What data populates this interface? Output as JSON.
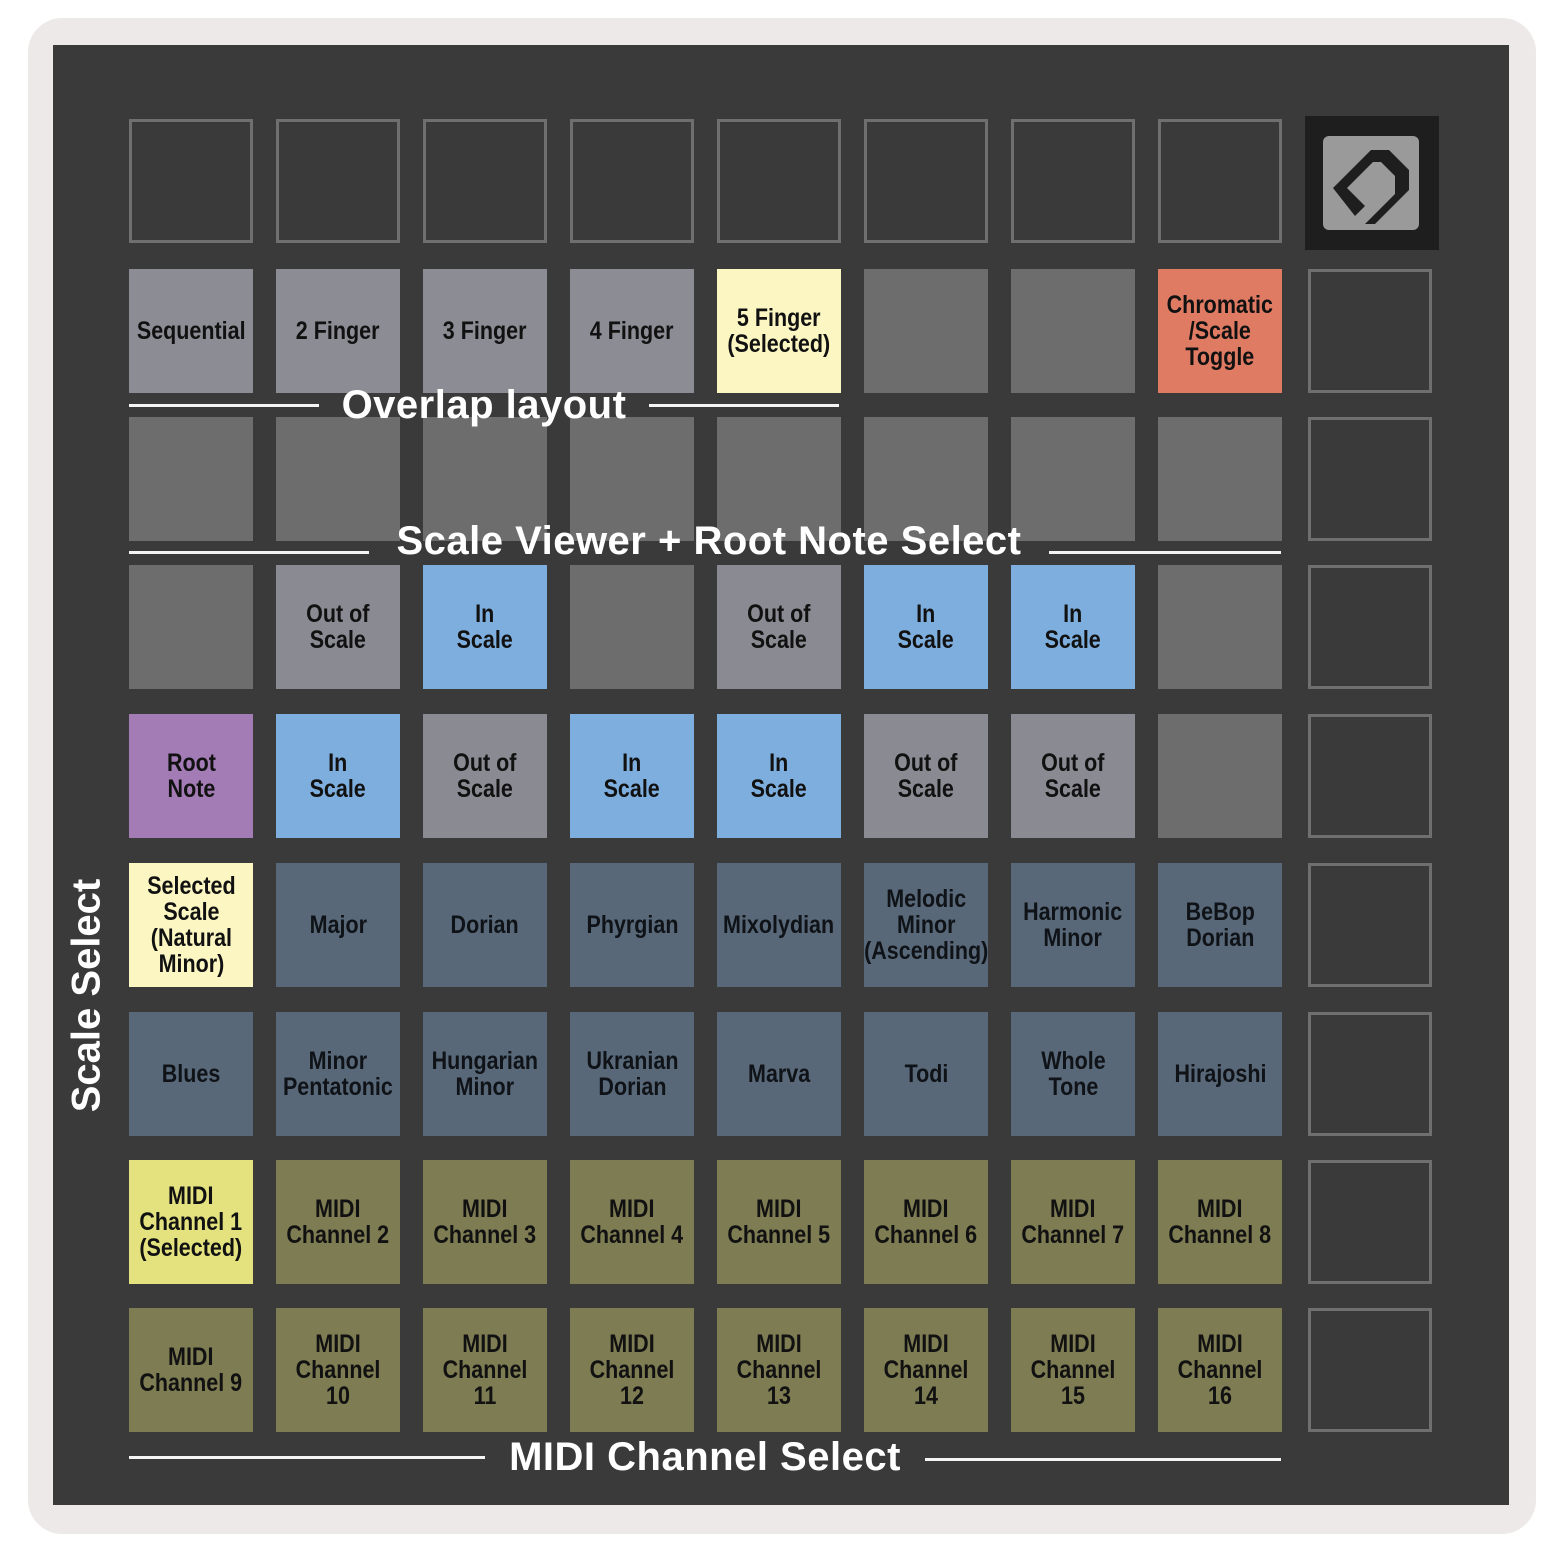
{
  "colors": {
    "frame": "#ece9e8",
    "device": "#3a3a3a",
    "off_pad": "#6d6d6d",
    "finger_pad": "#8c8c94",
    "selected_pad": "#fbf6c2",
    "toggle_pad": "#e07b63",
    "in_scale": "#7eaedd",
    "out_of_scale": "#8a8a92",
    "root_note": "#a37bb5",
    "scale_pad": "#586878",
    "midi_pad": "#7e7c52",
    "midi_selected": "#e4e27e"
  },
  "logo": {
    "icon": "novation-logo-icon"
  },
  "labels": {
    "overlap_layout": "Overlap layout",
    "scale_viewer": "Scale Viewer + Root Note Select",
    "scale_select": "Scale Select",
    "midi_channel_select": "MIDI Channel Select"
  },
  "rows": [
    {
      "name": "top-button-row",
      "pads": [
        {
          "text": "",
          "style": "outline"
        },
        {
          "text": "",
          "style": "outline"
        },
        {
          "text": "",
          "style": "outline"
        },
        {
          "text": "",
          "style": "outline"
        },
        {
          "text": "",
          "style": "outline"
        },
        {
          "text": "",
          "style": "outline"
        },
        {
          "text": "",
          "style": "outline"
        },
        {
          "text": "",
          "style": "outline"
        }
      ]
    },
    {
      "name": "overlap-row",
      "pads": [
        {
          "text": "Sequential",
          "style": "finger"
        },
        {
          "text": "2 Finger",
          "style": "finger"
        },
        {
          "text": "3 Finger",
          "style": "finger"
        },
        {
          "text": "4 Finger",
          "style": "finger"
        },
        {
          "text": "5 Finger\n(Selected)",
          "style": "selected"
        },
        {
          "text": "",
          "style": "off"
        },
        {
          "text": "",
          "style": "off"
        },
        {
          "text": "Chromatic\n/Scale\nToggle",
          "style": "toggle"
        }
      ]
    },
    {
      "name": "blank-row",
      "pads": [
        {
          "text": "",
          "style": "off"
        },
        {
          "text": "",
          "style": "off"
        },
        {
          "text": "",
          "style": "off"
        },
        {
          "text": "",
          "style": "off"
        },
        {
          "text": "",
          "style": "off"
        },
        {
          "text": "",
          "style": "off"
        },
        {
          "text": "",
          "style": "off"
        },
        {
          "text": "",
          "style": "off"
        }
      ]
    },
    {
      "name": "scale-viewer-upper-row",
      "pads": [
        {
          "text": "",
          "style": "off"
        },
        {
          "text": "Out of\nScale",
          "style": "out"
        },
        {
          "text": "In\nScale",
          "style": "in"
        },
        {
          "text": "",
          "style": "off"
        },
        {
          "text": "Out of\nScale",
          "style": "out"
        },
        {
          "text": "In\nScale",
          "style": "in"
        },
        {
          "text": "In\nScale",
          "style": "in"
        },
        {
          "text": "",
          "style": "off"
        }
      ]
    },
    {
      "name": "scale-viewer-lower-row",
      "pads": [
        {
          "text": "Root\nNote",
          "style": "root"
        },
        {
          "text": "In\nScale",
          "style": "in"
        },
        {
          "text": "Out of\nScale",
          "style": "out"
        },
        {
          "text": "In\nScale",
          "style": "in"
        },
        {
          "text": "In\nScale",
          "style": "in"
        },
        {
          "text": "Out of\nScale",
          "style": "out"
        },
        {
          "text": "Out of\nScale",
          "style": "out"
        },
        {
          "text": "",
          "style": "off"
        }
      ]
    },
    {
      "name": "scale-select-row-1",
      "pads": [
        {
          "text": "Selected\nScale\n(Natural\nMinor)",
          "style": "selected"
        },
        {
          "text": "Major",
          "style": "scale"
        },
        {
          "text": "Dorian",
          "style": "scale"
        },
        {
          "text": "Phyrgian",
          "style": "scale"
        },
        {
          "text": "Mixolydian",
          "style": "scale"
        },
        {
          "text": "Melodic\nMinor\n(Ascending)",
          "style": "scale"
        },
        {
          "text": "Harmonic\nMinor",
          "style": "scale"
        },
        {
          "text": "BeBop\nDorian",
          "style": "scale"
        }
      ]
    },
    {
      "name": "scale-select-row-2",
      "pads": [
        {
          "text": "Blues",
          "style": "scale"
        },
        {
          "text": "Minor\nPentatonic",
          "style": "scale"
        },
        {
          "text": "Hungarian\nMinor",
          "style": "scale"
        },
        {
          "text": "Ukranian\nDorian",
          "style": "scale"
        },
        {
          "text": "Marva",
          "style": "scale"
        },
        {
          "text": "Todi",
          "style": "scale"
        },
        {
          "text": "Whole\nTone",
          "style": "scale"
        },
        {
          "text": "Hirajoshi",
          "style": "scale"
        }
      ]
    },
    {
      "name": "midi-row-1",
      "pads": [
        {
          "text": "MIDI\nChannel 1\n(Selected)",
          "style": "midi-selected"
        },
        {
          "text": "MIDI\nChannel 2",
          "style": "midi"
        },
        {
          "text": "MIDI\nChannel 3",
          "style": "midi"
        },
        {
          "text": "MIDI\nChannel 4",
          "style": "midi"
        },
        {
          "text": "MIDI\nChannel 5",
          "style": "midi"
        },
        {
          "text": "MIDI\nChannel 6",
          "style": "midi"
        },
        {
          "text": "MIDI\nChannel 7",
          "style": "midi"
        },
        {
          "text": "MIDI\nChannel 8",
          "style": "midi"
        }
      ]
    },
    {
      "name": "midi-row-2",
      "pads": [
        {
          "text": "MIDI\nChannel 9",
          "style": "midi"
        },
        {
          "text": "MIDI\nChannel 10",
          "style": "midi"
        },
        {
          "text": "MIDI\nChannel 11",
          "style": "midi"
        },
        {
          "text": "MIDI\nChannel 12",
          "style": "midi"
        },
        {
          "text": "MIDI\nChannel 13",
          "style": "midi"
        },
        {
          "text": "MIDI\nChannel 14",
          "style": "midi"
        },
        {
          "text": "MIDI\nChannel 15",
          "style": "midi"
        },
        {
          "text": "MIDI\nChannel 16",
          "style": "midi"
        }
      ]
    }
  ]
}
